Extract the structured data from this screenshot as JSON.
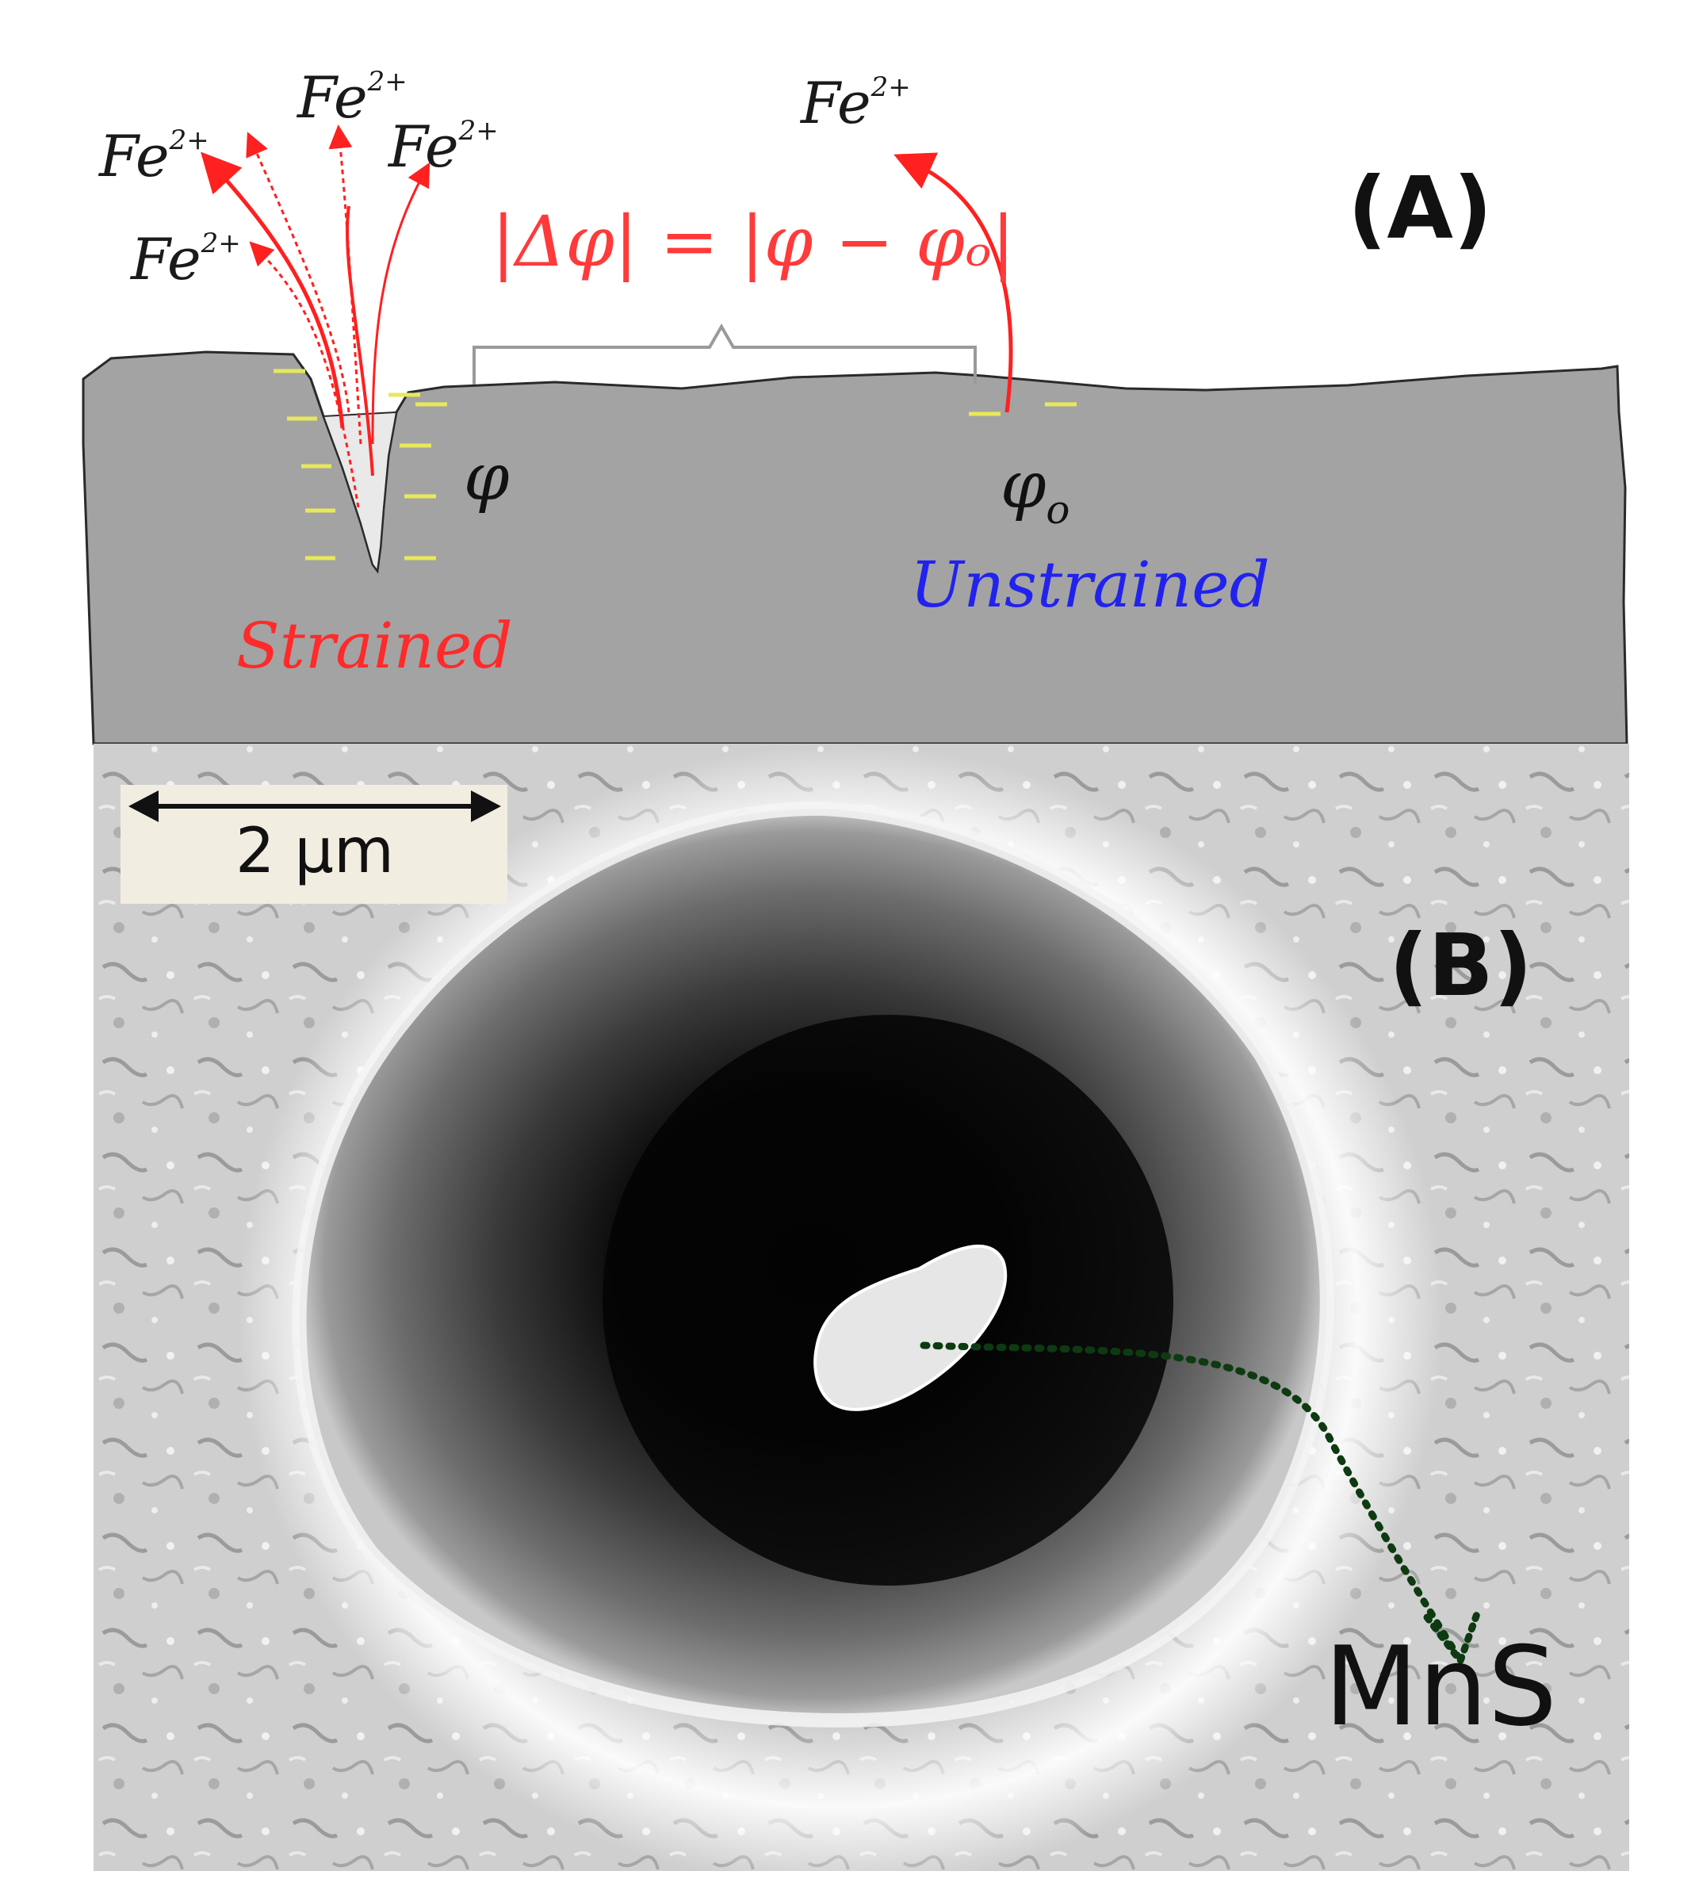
{
  "panel_a": {
    "label": "(A)",
    "ion_base": "Fe",
    "ion_charge": "2+",
    "ion_count": 5,
    "equation": "|Δφ| = |φ − φₒ|",
    "phi_strained": "φ",
    "phi_unstrained": "φ",
    "phi_unstrained_sub": "o",
    "strained_label": "Strained",
    "unstrained_label": "Unstrained",
    "colors": {
      "metal": "#a3a3a3",
      "arrow": "#ff2020",
      "equation": "#ff3a3a",
      "strained": "#ff2a2a",
      "unstrained": "#2222ee",
      "dash": "#e8e85a"
    }
  },
  "panel_b": {
    "label": "(B)",
    "scale_bar": "2 μm",
    "inclusion_label": "MnS",
    "colors": {
      "arrow": "#0e3a12",
      "scale_box": "#f1ede0"
    }
  }
}
